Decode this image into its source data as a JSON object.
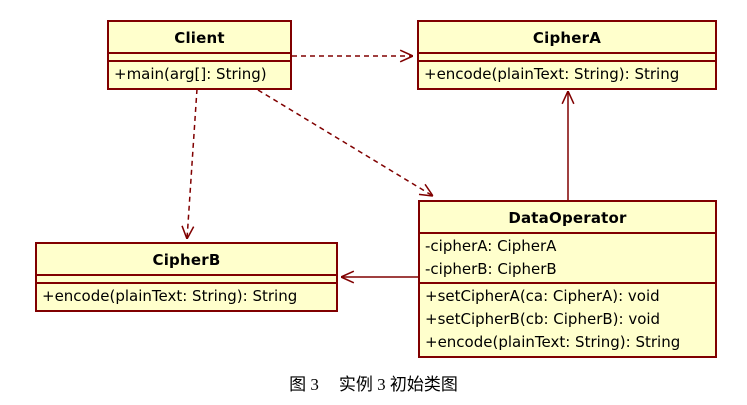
{
  "caption": {
    "figure_label": "图 3",
    "title": "实例 3 初始类图"
  },
  "colors": {
    "box-fill": "#FFFFCC",
    "box-border": "#800000",
    "line-color": "#800000",
    "text-color": "#000000"
  },
  "classes": {
    "client": {
      "name": "Client",
      "attributes": [],
      "methods": [
        "+main(arg[]: String)"
      ]
    },
    "cipher_a": {
      "name": "CipherA",
      "attributes": [],
      "methods": [
        "+encode(plainText: String): String"
      ]
    },
    "cipher_b": {
      "name": "CipherB",
      "attributes": [],
      "methods": [
        "+encode(plainText: String): String"
      ]
    },
    "data_operator": {
      "name": "DataOperator",
      "attributes": [
        "-cipherA: CipherA",
        "-cipherB: CipherB"
      ],
      "methods": [
        "+setCipherA(ca: CipherA): void",
        "+setCipherB(cb: CipherB): void",
        "+encode(plainText: String): String"
      ]
    }
  },
  "relationships": [
    {
      "from": "Client",
      "to": "CipherA",
      "type": "dependency",
      "style": "dashed"
    },
    {
      "from": "Client",
      "to": "CipherB",
      "type": "dependency",
      "style": "dashed"
    },
    {
      "from": "Client",
      "to": "DataOperator",
      "type": "dependency",
      "style": "dashed"
    },
    {
      "from": "DataOperator",
      "to": "CipherA",
      "type": "association",
      "style": "solid"
    },
    {
      "from": "DataOperator",
      "to": "CipherB",
      "type": "association",
      "style": "solid"
    }
  ]
}
